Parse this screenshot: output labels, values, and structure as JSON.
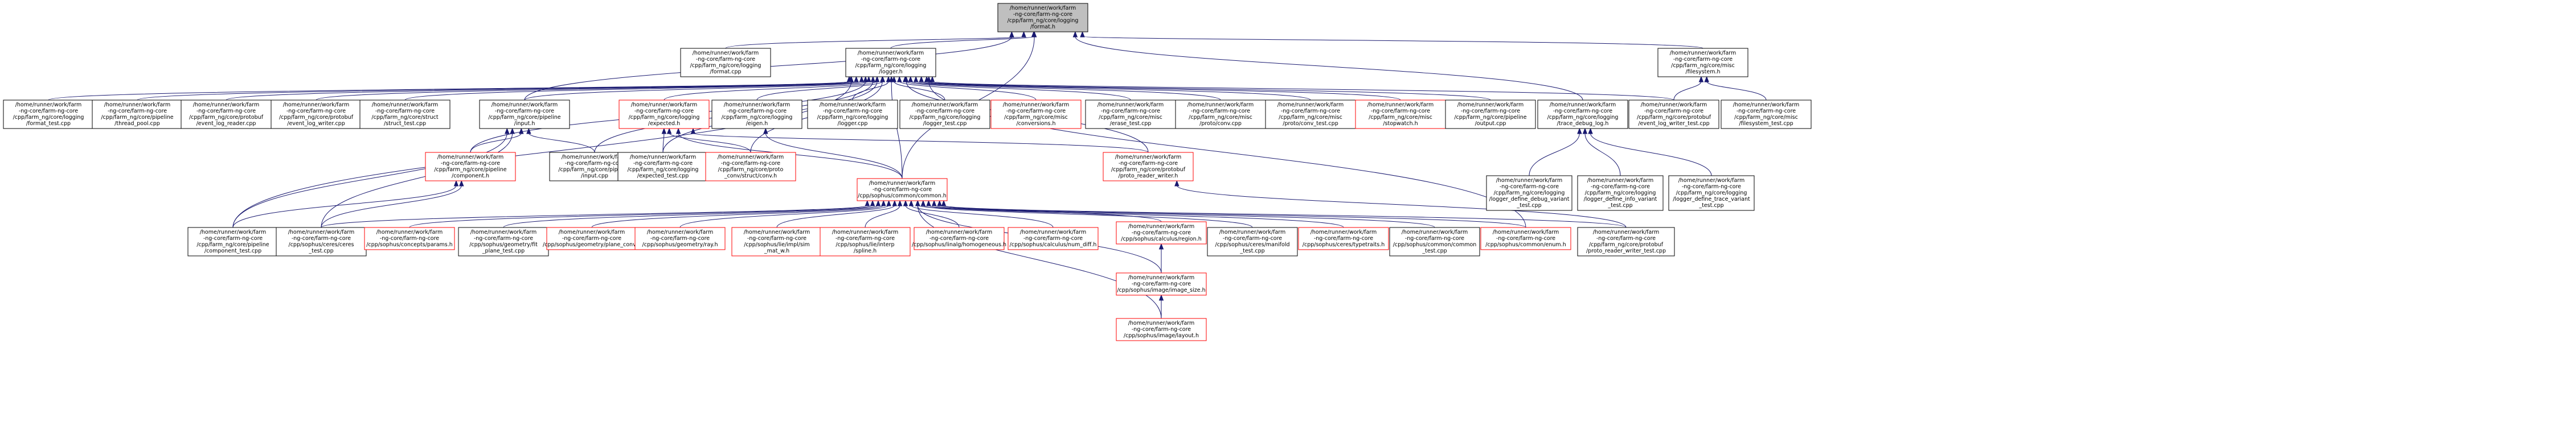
{
  "colors": {
    "edge": "#191970",
    "default_border": "#000000",
    "missing_border": "#ff0000",
    "focus_fill": "#bfbfbf",
    "node_fill": "#ffffff",
    "text": "#000000"
  },
  "graph": {
    "nodes": [
      {
        "id": "n_format_h",
        "kind": "focus",
        "lines": [
          "/home/runner/work/farm",
          "-ng-core/farm-ng-core",
          "/cpp/farm_ng/core/logging",
          "/format.h"
        ]
      },
      {
        "id": "n_format_cpp",
        "kind": "normal",
        "lines": [
          "/home/runner/work/farm",
          "-ng-core/farm-ng-core",
          "/cpp/farm_ng/core/logging",
          "/format.cpp"
        ]
      },
      {
        "id": "n_logger_h",
        "kind": "normal",
        "lines": [
          "/home/runner/work/farm",
          "-ng-core/farm-ng-core",
          "/cpp/farm_ng/core/logging",
          "/logger.h"
        ]
      },
      {
        "id": "n_filesystem_h",
        "kind": "normal",
        "lines": [
          "/home/runner/work/farm",
          "-ng-core/farm-ng-core",
          "/cpp/farm_ng/core/misc",
          "/filesystem.h"
        ]
      },
      {
        "id": "n_format_test",
        "kind": "normal",
        "lines": [
          "/home/runner/work/farm",
          "-ng-core/farm-ng-core",
          "/cpp/farm_ng/core/logging",
          "/format_test.cpp"
        ]
      },
      {
        "id": "n_thread_pool",
        "kind": "normal",
        "lines": [
          "/home/runner/work/farm",
          "-ng-core/farm-ng-core",
          "/cpp/farm_ng/core/pipeline",
          "/thread_pool.cpp"
        ]
      },
      {
        "id": "n_event_log_reader",
        "kind": "normal",
        "lines": [
          "/home/runner/work/farm",
          "-ng-core/farm-ng-core",
          "/cpp/farm_ng/core/protobuf",
          "/event_log_reader.cpp"
        ]
      },
      {
        "id": "n_event_log_writer",
        "kind": "normal",
        "lines": [
          "/home/runner/work/farm",
          "-ng-core/farm-ng-core",
          "/cpp/farm_ng/core/protobuf",
          "/event_log_writer.cpp"
        ]
      },
      {
        "id": "n_struct_test",
        "kind": "normal",
        "lines": [
          "/home/runner/work/farm",
          "-ng-core/farm-ng-core",
          "/cpp/farm_ng/core/struct",
          "/struct_test.cpp"
        ]
      },
      {
        "id": "n_input_h",
        "kind": "normal",
        "lines": [
          "/home/runner/work/farm",
          "-ng-core/farm-ng-core",
          "/cpp/farm_ng/core/pipeline",
          "/input.h"
        ]
      },
      {
        "id": "n_expected_h",
        "kind": "missing",
        "lines": [
          "/home/runner/work/farm",
          "-ng-core/farm-ng-core",
          "/cpp/farm_ng/core/logging",
          "/expected.h"
        ]
      },
      {
        "id": "n_eigen_h",
        "kind": "normal",
        "lines": [
          "/home/runner/work/farm",
          "-ng-core/farm-ng-core",
          "/cpp/farm_ng/core/logging",
          "/eigen.h"
        ]
      },
      {
        "id": "n_logger_cpp",
        "kind": "normal",
        "lines": [
          "/home/runner/work/farm",
          "-ng-core/farm-ng-core",
          "/cpp/farm_ng/core/logging",
          "/logger.cpp"
        ]
      },
      {
        "id": "n_logger_test",
        "kind": "normal",
        "lines": [
          "/home/runner/work/farm",
          "-ng-core/farm-ng-core",
          "/cpp/farm_ng/core/logging",
          "/logger_test.cpp"
        ]
      },
      {
        "id": "n_conversions_h",
        "kind": "missing",
        "lines": [
          "/home/runner/work/farm",
          "-ng-core/farm-ng-core",
          "/cpp/farm_ng/core/misc",
          "/conversions.h"
        ]
      },
      {
        "id": "n_erase_test",
        "kind": "normal",
        "lines": [
          "/home/runner/work/farm",
          "-ng-core/farm-ng-core",
          "/cpp/farm_ng/core/misc",
          "/erase_test.cpp"
        ]
      },
      {
        "id": "n_proto_conv",
        "kind": "normal",
        "lines": [
          "/home/runner/work/farm",
          "-ng-core/farm-ng-core",
          "/cpp/farm_ng/core/misc",
          "/proto/conv.cpp"
        ]
      },
      {
        "id": "n_proto_conv_test",
        "kind": "normal",
        "lines": [
          "/home/runner/work/farm",
          "-ng-core/farm-ng-core",
          "/cpp/farm_ng/core/misc",
          "/proto/conv_test.cpp"
        ]
      },
      {
        "id": "n_stopwatch_h",
        "kind": "missing",
        "lines": [
          "/home/runner/work/farm",
          "-ng-core/farm-ng-core",
          "/cpp/farm_ng/core/misc",
          "/stopwatch.h"
        ]
      },
      {
        "id": "n_output_cpp",
        "kind": "normal",
        "lines": [
          "/home/runner/work/farm",
          "-ng-core/farm-ng-core",
          "/cpp/farm_ng/core/pipeline",
          "/output.cpp"
        ]
      },
      {
        "id": "n_trace_debug_log",
        "kind": "normal",
        "lines": [
          "/home/runner/work/farm",
          "-ng-core/farm-ng-core",
          "/cpp/farm_ng/core/logging",
          "/trace_debug_log.h"
        ]
      },
      {
        "id": "n_event_log_writer_test",
        "kind": "normal",
        "lines": [
          "/home/runner/work/farm",
          "-ng-core/farm-ng-core",
          "/cpp/farm_ng/core/protobuf",
          "/event_log_writer_test.cpp"
        ]
      },
      {
        "id": "n_filesystem_test",
        "kind": "normal",
        "lines": [
          "/home/runner/work/farm",
          "-ng-core/farm-ng-core",
          "/cpp/farm_ng/core/misc",
          "/filesystem_test.cpp"
        ]
      },
      {
        "id": "n_component_h",
        "kind": "missing",
        "lines": [
          "/home/runner/work/farm",
          "-ng-core/farm-ng-core",
          "/cpp/farm_ng/core/pipeline",
          "/component.h"
        ]
      },
      {
        "id": "n_input_cpp",
        "kind": "normal",
        "lines": [
          "/home/runner/work/farm",
          "-ng-core/farm-ng-core",
          "/cpp/farm_ng/core/pipeline",
          "/input.cpp"
        ]
      },
      {
        "id": "n_expected_test",
        "kind": "normal",
        "lines": [
          "/home/runner/work/farm",
          "-ng-core/farm-ng-core",
          "/cpp/farm_ng/core/logging",
          "/expected_test.cpp"
        ]
      },
      {
        "id": "n_conv_struct",
        "kind": "missing",
        "lines": [
          "/home/runner/work/farm",
          "-ng-core/farm-ng-core",
          "/cpp/farm_ng/core/proto",
          "_conv/struct/conv.h"
        ]
      },
      {
        "id": "n_common_h",
        "kind": "missing",
        "lines": [
          "/home/runner/work/farm",
          "-ng-core/farm-ng-core",
          "/cpp/sophus/common/common.h"
        ]
      },
      {
        "id": "n_proto_reader_writer",
        "kind": "missing",
        "lines": [
          "/home/runner/work/farm",
          "-ng-core/farm-ng-core",
          "/cpp/farm_ng/core/protobuf",
          "/proto_reader_writer.h"
        ]
      },
      {
        "id": "n_debug_variant",
        "kind": "normal",
        "lines": [
          "/home/runner/work/farm",
          "-ng-core/farm-ng-core",
          "/cpp/farm_ng/core/logging",
          "/logger_define_debug_variant",
          "_test.cpp"
        ]
      },
      {
        "id": "n_info_variant",
        "kind": "normal",
        "lines": [
          "/home/runner/work/farm",
          "-ng-core/farm-ng-core",
          "/cpp/farm_ng/core/logging",
          "/logger_define_info_variant",
          "_test.cpp"
        ]
      },
      {
        "id": "n_trace_variant",
        "kind": "normal",
        "lines": [
          "/home/runner/work/farm",
          "-ng-core/farm-ng-core",
          "/cpp/farm_ng/core/logging",
          "/logger_define_trace_variant",
          "_test.cpp"
        ]
      },
      {
        "id": "n_component_test",
        "kind": "normal",
        "lines": [
          "/home/runner/work/farm",
          "-ng-core/farm-ng-core",
          "/cpp/farm_ng/core/pipeline",
          "/component_test.cpp"
        ]
      },
      {
        "id": "n_ceres_test",
        "kind": "normal",
        "lines": [
          "/home/runner/work/farm",
          "-ng-core/farm-ng-core",
          "/cpp/sophus/ceres/ceres",
          "_test.cpp"
        ]
      },
      {
        "id": "n_params_h",
        "kind": "missing",
        "lines": [
          "/home/runner/work/farm",
          "-ng-core/farm-ng-core",
          "/cpp/sophus/concepts/params.h"
        ]
      },
      {
        "id": "n_fit_plane_test",
        "kind": "normal",
        "lines": [
          "/home/runner/work/farm",
          "-ng-core/farm-ng-core",
          "/cpp/sophus/geometry/fit",
          "_plane_test.cpp"
        ]
      },
      {
        "id": "n_plane_conv",
        "kind": "missing",
        "lines": [
          "/home/runner/work/farm",
          "-ng-core/farm-ng-core",
          "/cpp/sophus/geometry/plane_conv.h"
        ]
      },
      {
        "id": "n_ray_h",
        "kind": "missing",
        "lines": [
          "/home/runner/work/farm",
          "-ng-core/farm-ng-core",
          "/cpp/sophus/geometry/ray.h"
        ]
      },
      {
        "id": "n_sim_mat_w",
        "kind": "missing",
        "lines": [
          "/home/runner/work/farm",
          "-ng-core/farm-ng-core",
          "/cpp/sophus/lie/impl/sim",
          "_mat_w.h"
        ]
      },
      {
        "id": "n_spline_h",
        "kind": "missing",
        "lines": [
          "/home/runner/work/farm",
          "-ng-core/farm-ng-core",
          "/cpp/sophus/lie/interp",
          "/spline.h"
        ]
      },
      {
        "id": "n_homogeneous",
        "kind": "missing",
        "lines": [
          "/home/runner/work/farm",
          "-ng-core/farm-ng-core",
          "/cpp/sophus/linalg/homogeneous.h"
        ]
      },
      {
        "id": "n_num_diff",
        "kind": "missing",
        "lines": [
          "/home/runner/work/farm",
          "-ng-core/farm-ng-core",
          "/cpp/sophus/calculus/num_diff.h"
        ]
      },
      {
        "id": "n_region_h",
        "kind": "missing",
        "lines": [
          "/home/runner/work/farm",
          "-ng-core/farm-ng-core",
          "/cpp/sophus/calculus/region.h"
        ]
      },
      {
        "id": "n_manifold_test",
        "kind": "normal",
        "lines": [
          "/home/runner/work/farm",
          "-ng-core/farm-ng-core",
          "/cpp/sophus/ceres/manifold",
          "_test.cpp"
        ]
      },
      {
        "id": "n_typetraits",
        "kind": "missing",
        "lines": [
          "/home/runner/work/farm",
          "-ng-core/farm-ng-core",
          "/cpp/sophus/ceres/typetraits.h"
        ]
      },
      {
        "id": "n_common_test",
        "kind": "normal",
        "lines": [
          "/home/runner/work/farm",
          "-ng-core/farm-ng-core",
          "/cpp/sophus/common/common",
          "_test.cpp"
        ]
      },
      {
        "id": "n_enum_h",
        "kind": "missing",
        "lines": [
          "/home/runner/work/farm",
          "-ng-core/farm-ng-core",
          "/cpp/sophus/common/enum.h"
        ]
      },
      {
        "id": "n_proto_rw_test",
        "kind": "normal",
        "lines": [
          "/home/runner/work/farm",
          "-ng-core/farm-ng-core",
          "/cpp/farm_ng/core/protobuf",
          "/proto_reader_writer_test.cpp"
        ]
      },
      {
        "id": "n_image_size",
        "kind": "missing",
        "lines": [
          "/home/runner/work/farm",
          "-ng-core/farm-ng-core",
          "/cpp/sophus/image/image_size.h"
        ]
      },
      {
        "id": "n_layout_h",
        "kind": "missing",
        "lines": [
          "/home/runner/work/farm",
          "-ng-core/farm-ng-core",
          "/cpp/sophus/image/layout.h"
        ]
      }
    ],
    "edges": [
      {
        "from": "n_format_cpp",
        "to": "n_format_h"
      },
      {
        "from": "n_logger_h",
        "to": "n_format_h"
      },
      {
        "from": "n_filesystem_h",
        "to": "n_format_h"
      },
      {
        "from": "n_trace_debug_log",
        "to": "n_format_h"
      },
      {
        "from": "n_common_h",
        "to": "n_format_h"
      },
      {
        "from": "n_input_h",
        "to": "n_format_h"
      },
      {
        "from": "n_format_test",
        "to": "n_logger_h"
      },
      {
        "from": "n_thread_pool",
        "to": "n_logger_h"
      },
      {
        "from": "n_event_log_reader",
        "to": "n_logger_h"
      },
      {
        "from": "n_event_log_writer",
        "to": "n_logger_h"
      },
      {
        "from": "n_struct_test",
        "to": "n_logger_h"
      },
      {
        "from": "n_input_h",
        "to": "n_logger_h"
      },
      {
        "from": "n_expected_h",
        "to": "n_logger_h"
      },
      {
        "from": "n_eigen_h",
        "to": "n_logger_h"
      },
      {
        "from": "n_logger_cpp",
        "to": "n_logger_h"
      },
      {
        "from": "n_logger_test",
        "to": "n_logger_h"
      },
      {
        "from": "n_conversions_h",
        "to": "n_logger_h"
      },
      {
        "from": "n_erase_test",
        "to": "n_logger_h"
      },
      {
        "from": "n_proto_conv",
        "to": "n_logger_h"
      },
      {
        "from": "n_proto_conv_test",
        "to": "n_logger_h"
      },
      {
        "from": "n_stopwatch_h",
        "to": "n_logger_h"
      },
      {
        "from": "n_output_cpp",
        "to": "n_logger_h"
      },
      {
        "from": "n_event_log_writer_test",
        "to": "n_logger_h"
      },
      {
        "from": "n_component_h",
        "to": "n_logger_h"
      },
      {
        "from": "n_input_cpp",
        "to": "n_logger_h"
      },
      {
        "from": "n_expected_test",
        "to": "n_logger_h"
      },
      {
        "from": "n_conv_struct",
        "to": "n_logger_h"
      },
      {
        "from": "n_common_h",
        "to": "n_logger_h"
      },
      {
        "from": "n_proto_reader_writer",
        "to": "n_logger_h"
      },
      {
        "from": "n_component_test",
        "to": "n_logger_h"
      },
      {
        "from": "n_enum_h",
        "to": "n_logger_h"
      },
      {
        "from": "n_event_log_writer_test",
        "to": "n_filesystem_h"
      },
      {
        "from": "n_filesystem_test",
        "to": "n_filesystem_h"
      },
      {
        "from": "n_component_h",
        "to": "n_input_h"
      },
      {
        "from": "n_input_cpp",
        "to": "n_input_h"
      },
      {
        "from": "n_component_test",
        "to": "n_input_h"
      },
      {
        "from": "n_ceres_test",
        "to": "n_input_h"
      },
      {
        "from": "n_expected_test",
        "to": "n_expected_h"
      },
      {
        "from": "n_conv_struct",
        "to": "n_expected_h"
      },
      {
        "from": "n_proto_reader_writer",
        "to": "n_expected_h"
      },
      {
        "from": "n_common_h",
        "to": "n_expected_h"
      },
      {
        "from": "n_common_h",
        "to": "n_eigen_h"
      },
      {
        "from": "n_debug_variant",
        "to": "n_trace_debug_log"
      },
      {
        "from": "n_info_variant",
        "to": "n_trace_debug_log"
      },
      {
        "from": "n_trace_variant",
        "to": "n_trace_debug_log"
      },
      {
        "from": "n_component_test",
        "to": "n_component_h"
      },
      {
        "from": "n_ceres_test",
        "to": "n_component_h"
      },
      {
        "from": "n_proto_rw_test",
        "to": "n_proto_reader_writer"
      },
      {
        "from": "n_ceres_test",
        "to": "n_common_h"
      },
      {
        "from": "n_params_h",
        "to": "n_common_h"
      },
      {
        "from": "n_fit_plane_test",
        "to": "n_common_h"
      },
      {
        "from": "n_plane_conv",
        "to": "n_common_h"
      },
      {
        "from": "n_ray_h",
        "to": "n_common_h"
      },
      {
        "from": "n_sim_mat_w",
        "to": "n_common_h"
      },
      {
        "from": "n_spline_h",
        "to": "n_common_h"
      },
      {
        "from": "n_homogeneous",
        "to": "n_common_h"
      },
      {
        "from": "n_num_diff",
        "to": "n_common_h"
      },
      {
        "from": "n_region_h",
        "to": "n_common_h"
      },
      {
        "from": "n_image_size",
        "to": "n_common_h"
      },
      {
        "from": "n_layout_h",
        "to": "n_common_h"
      },
      {
        "from": "n_manifold_test",
        "to": "n_common_h"
      },
      {
        "from": "n_typetraits",
        "to": "n_common_h"
      },
      {
        "from": "n_common_test",
        "to": "n_common_h"
      },
      {
        "from": "n_enum_h",
        "to": "n_common_h"
      },
      {
        "from": "n_proto_rw_test",
        "to": "n_common_h"
      },
      {
        "from": "n_image_size",
        "to": "n_region_h"
      },
      {
        "from": "n_layout_h",
        "to": "n_image_size"
      }
    ]
  }
}
